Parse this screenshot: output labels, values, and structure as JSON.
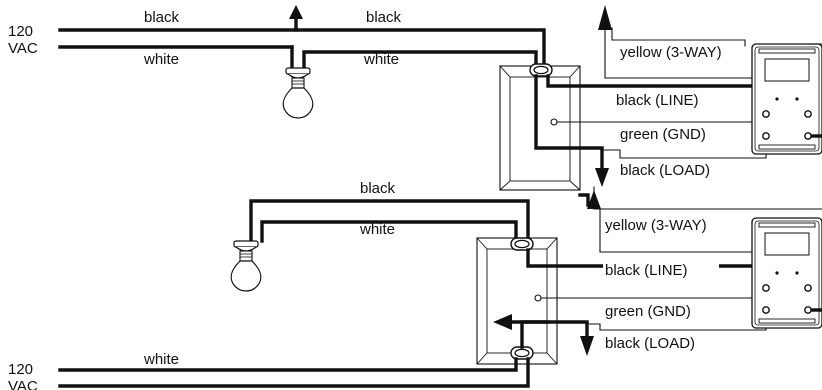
{
  "source": {
    "top_line1": "120",
    "top_line2": "VAC",
    "bottom_line1": "120",
    "bottom_line2": "VAC"
  },
  "top_circuit": {
    "wire_black_left": "black",
    "wire_black_right": "black",
    "wire_white_left": "white",
    "wire_white_right": "white",
    "yellow": "yellow (3-WAY)",
    "line": "black (LINE)",
    "gnd": "green (GND)",
    "load": "black (LOAD)"
  },
  "bottom_circuit": {
    "wire_black": "black",
    "wire_white": "white",
    "wire_white_source": "white",
    "yellow": "yellow (3-WAY)",
    "line": "black (LINE)",
    "gnd": "green (GND)",
    "load": "black (LOAD)"
  },
  "colors": {
    "wire": "#111111",
    "background": "#ffffff"
  },
  "icons": [
    "lamp-icon",
    "junction-box-icon",
    "wire-nut-icon",
    "arrow-icon",
    "smart-switch-icon"
  ]
}
